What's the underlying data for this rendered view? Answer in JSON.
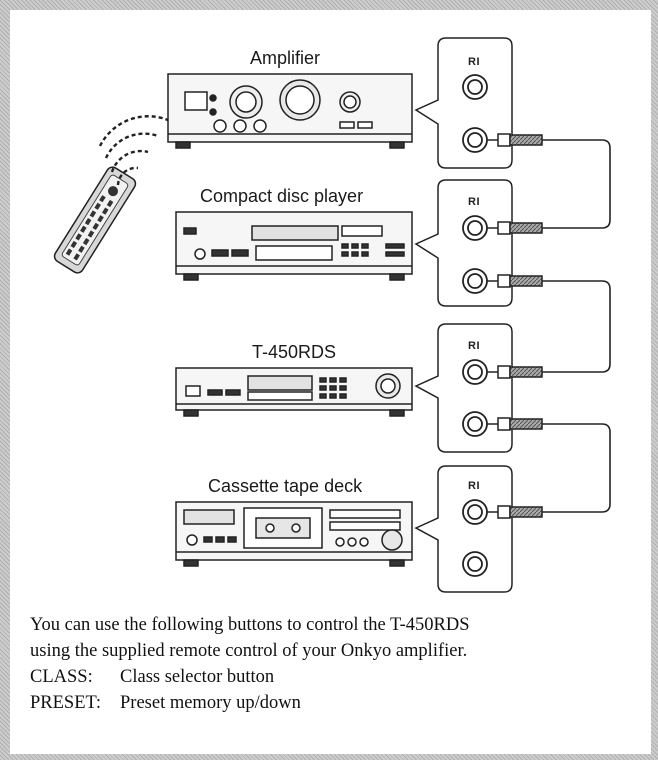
{
  "devices": [
    {
      "id": "amplifier",
      "label": "Amplifier"
    },
    {
      "id": "cd",
      "label": "Compact disc player"
    },
    {
      "id": "tuner",
      "label": "T-450RDS"
    },
    {
      "id": "tape",
      "label": "Cassette tape deck"
    }
  ],
  "ri_label": "RI",
  "note": {
    "line1": "You can use the following buttons to control the T-450RDS",
    "line2": "using the supplied remote control of your Onkyo amplifier.",
    "items": [
      {
        "key": "CLASS:",
        "desc": "Class selector button"
      },
      {
        "key": "PRESET:",
        "desc": "Preset memory up/down"
      }
    ]
  },
  "colors": {
    "frame": "#c4c4c4",
    "panel": "#ffffff",
    "ink": "#222222",
    "plug": "#8a8a8a"
  }
}
